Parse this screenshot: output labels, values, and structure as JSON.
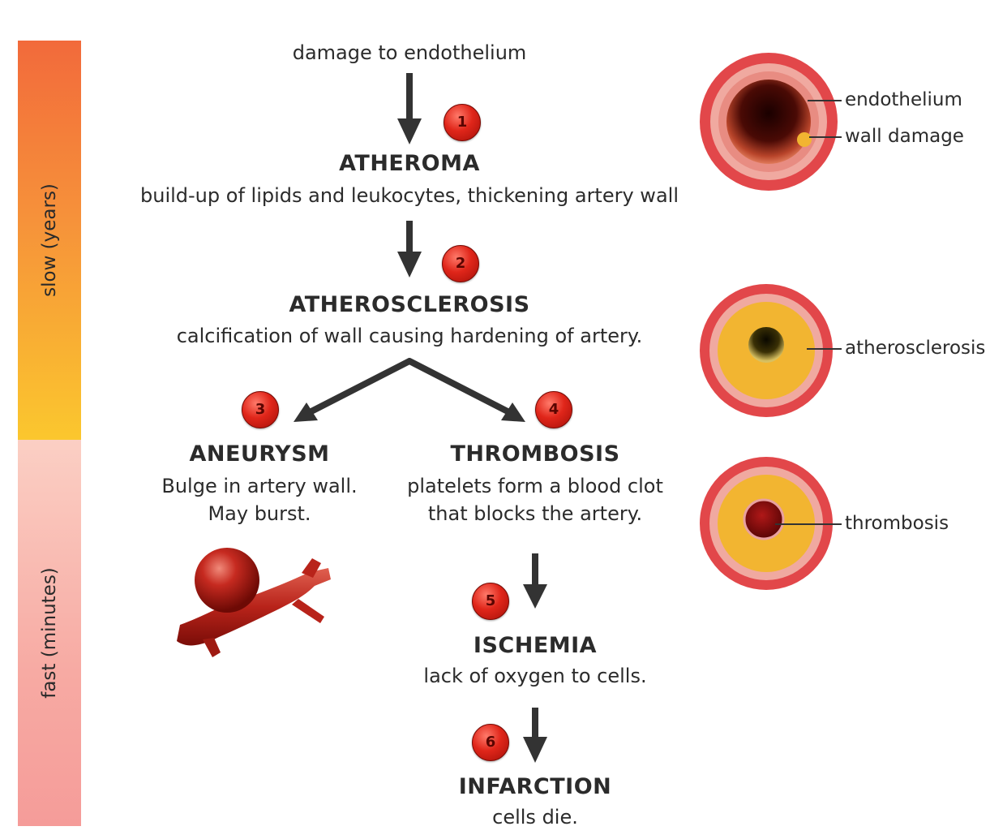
{
  "timescale": {
    "slow_label": "slow (years)",
    "fast_label": "fast (minutes)",
    "slow_color_top": "#f26a3b",
    "slow_color_bottom": "#fbc72e",
    "fast_color_top": "#fbcfc4",
    "fast_color_bottom": "#f59c99"
  },
  "start": {
    "text": "damage to endothelium"
  },
  "steps": [
    {
      "number": "1",
      "title": "ATHEROMA",
      "description": [
        "build-up of lipids and leukocytes, thickening artery wall"
      ]
    },
    {
      "number": "2",
      "title": "ATHEROSCLEROSIS",
      "description": [
        "calcification of wall causing hardening of artery."
      ]
    },
    {
      "number": "3",
      "title": "ANEURYSM",
      "description": [
        "Bulge in artery wall.",
        "May burst."
      ]
    },
    {
      "number": "4",
      "title": "THROMBOSIS",
      "description": [
        "platelets form a blood clot",
        "that blocks the artery."
      ]
    },
    {
      "number": "5",
      "title": "ISCHEMIA",
      "description": [
        "lack of oxygen to cells."
      ]
    },
    {
      "number": "6",
      "title": "INFARCTION",
      "description": [
        "cells die."
      ]
    }
  ],
  "cross_sections": {
    "labels": [
      "endothelium",
      "wall damage",
      "atherosclerosis",
      "thrombosis"
    ]
  },
  "colors": {
    "badge": "#e0261a",
    "artery_outer": "#e2474a",
    "plaque": "#f2b531",
    "arrow": "#333333"
  },
  "icons": {
    "badge": "numbered-red-circle",
    "aneurysm": "aneurysm-artery-illustration",
    "cross_section": "artery-cross-section-illustration"
  }
}
